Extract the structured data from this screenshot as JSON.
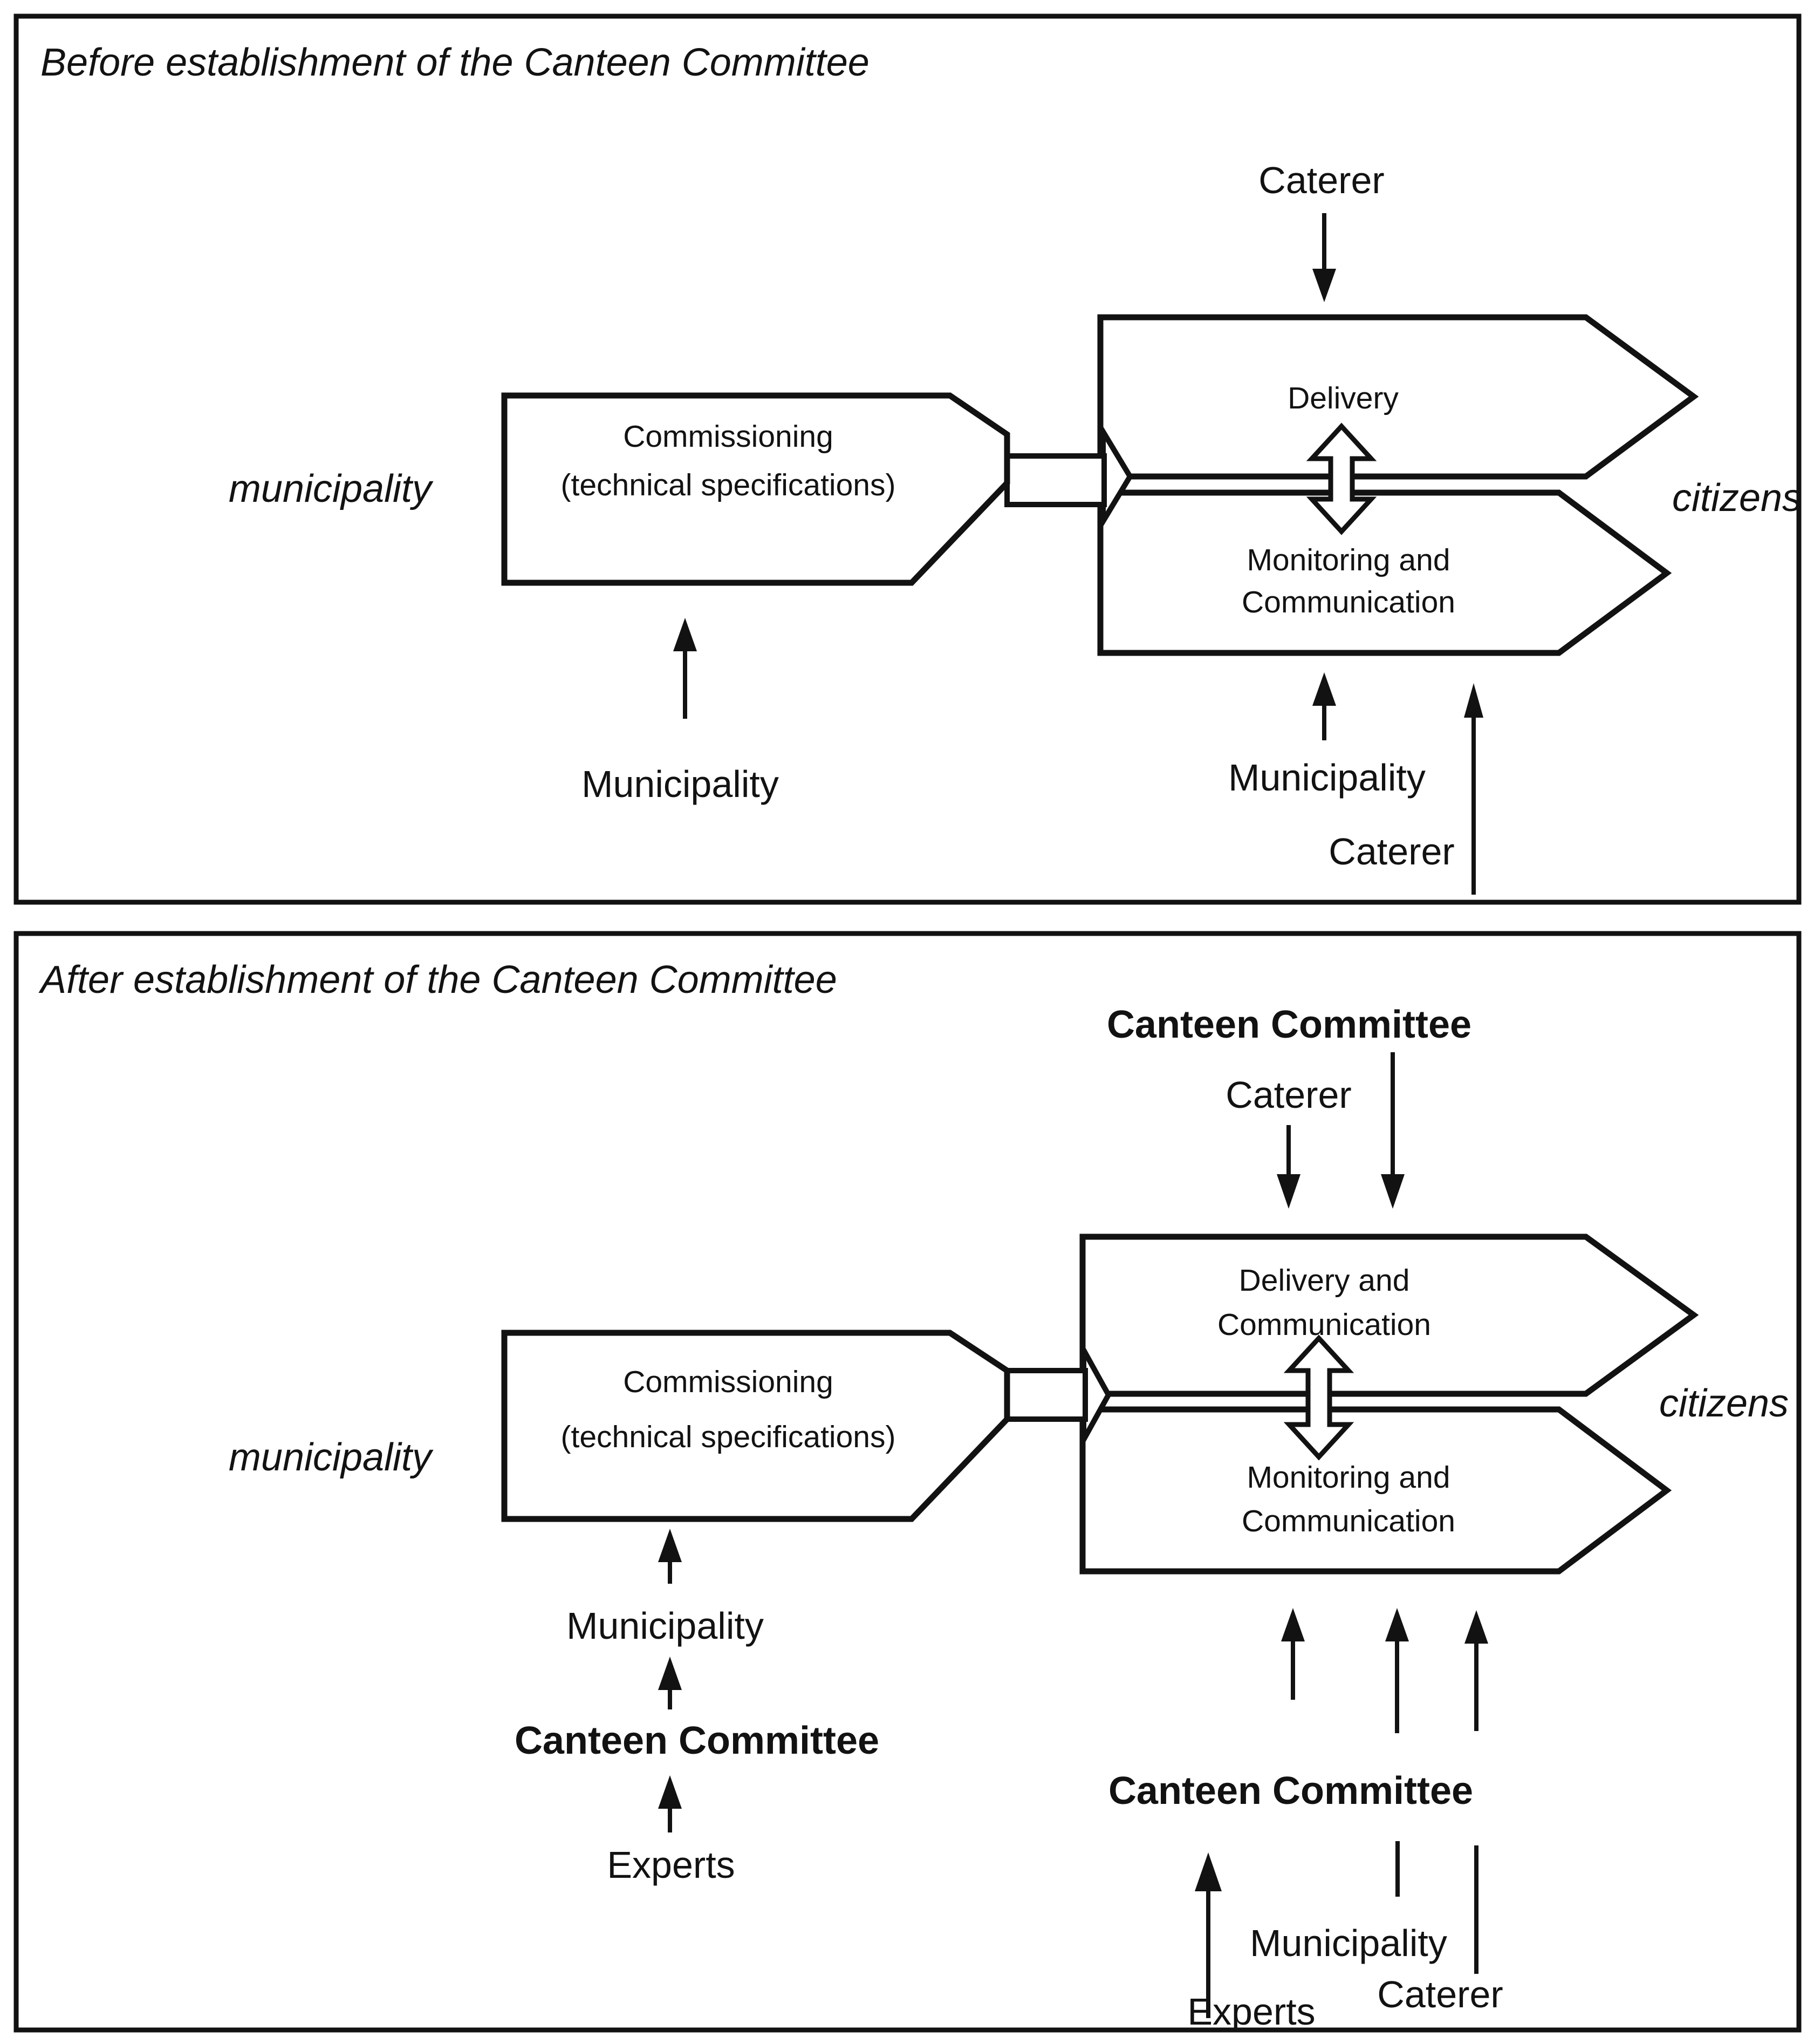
{
  "colors": {
    "ink": "#121212",
    "background": "#ffffff"
  },
  "panel_before": {
    "title": "Before establishment of the Canteen Committee",
    "actors": {
      "left": "municipality",
      "right": "citizens"
    },
    "commissioning": {
      "line1": "Commissioning",
      "line2": "(technical specifications)"
    },
    "delivery_chevron": {
      "line1": "Delivery"
    },
    "monitoring_chevron": {
      "line1": "Monitoring and",
      "line2": "Communication"
    },
    "inputs": {
      "caterer_top": "Caterer",
      "municipality_under_commissioning": "Municipality",
      "municipality_under_monitoring": "Municipality",
      "caterer_under_monitoring": "Caterer"
    }
  },
  "panel_after": {
    "title": "After establishment of the Canteen Committee",
    "actors": {
      "left": "municipality",
      "right": "citizens"
    },
    "commissioning": {
      "line1": "Commissioning",
      "line2": "(technical specifications)"
    },
    "delivery_chevron": {
      "line1": "Delivery and",
      "line2": "Communication"
    },
    "monitoring_chevron": {
      "line1": "Monitoring and",
      "line2": "Communication"
    },
    "inputs_top": {
      "canteen_committee": "Canteen Committee",
      "caterer": "Caterer"
    },
    "inputs_left_chain": {
      "municipality": "Municipality",
      "canteen_committee": "Canteen Committee",
      "experts": "Experts"
    },
    "inputs_bottom_right": {
      "canteen_committee": "Canteen Committee",
      "municipality": "Municipality",
      "caterer": "Caterer",
      "experts": "Experts"
    }
  }
}
